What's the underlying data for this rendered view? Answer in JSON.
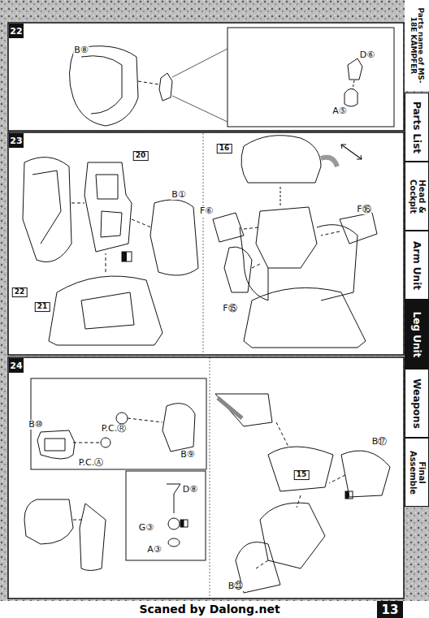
{
  "diagram": {
    "nodes": [
      {
        "text": [
          "22"
        ]
      },
      {
        "text": [
          "23"
        ]
      },
      {
        "text": [
          "24"
        ]
      },
      {
        "text": [
          "Parts List"
        ]
      },
      {
        "text": [
          "Head & Cockpit"
        ]
      },
      {
        "text": [
          "Arm Unit"
        ]
      },
      {
        "text": [
          "Leg Unit"
        ]
      },
      {
        "text": [
          "Weapons"
        ]
      },
      {
        "text": [
          "Final Assemble"
        ]
      },
      {
        "text": [
          "13"
        ]
      }
    ],
    "labels": [
      "Parts name of MS-18E KÄMPFER",
      "B⑧",
      "D⑥",
      "A⑤",
      "20",
      "B①",
      "22",
      "21",
      "16",
      "F⑥",
      "F⑯",
      "F⑮",
      "B⑩",
      "B⑨",
      "P.C.Ⓡ",
      "P.C.Ⓐ",
      "D⑧",
      "G③",
      "A③",
      "15",
      "B⑰",
      "B㉓",
      "Scaned by Dalong.net"
    ]
  }
}
